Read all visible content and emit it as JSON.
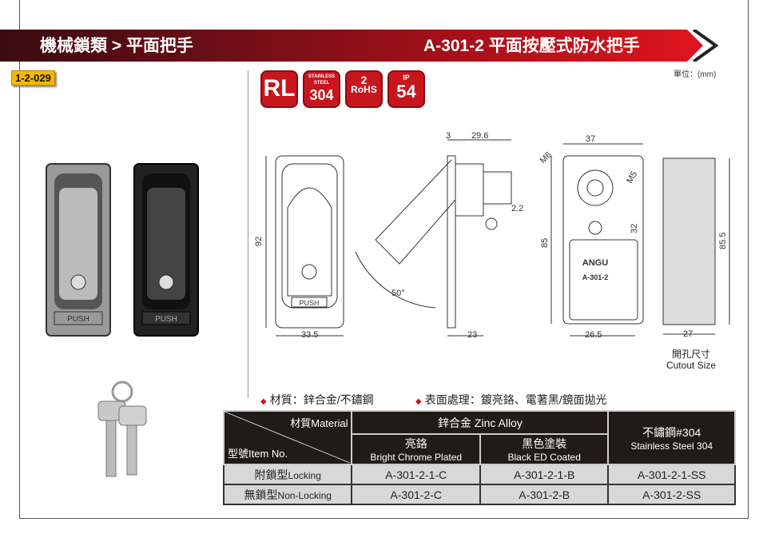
{
  "header": {
    "category": "機械鎖類 > 平面把手",
    "title": "A-301-2   平面按壓式防水把手",
    "code": "1-2-029",
    "unit": "單位：(mm)"
  },
  "certs": {
    "rl": "RL",
    "stainless_top": "STAINLESS STEEL",
    "stainless_num": "304",
    "rohs": "RoHS",
    "rohs_num": "2",
    "ip": "IP",
    "ip_num": "54"
  },
  "product": {
    "push_label": "PUSH",
    "brand": "ANGU",
    "model": "A-301-2"
  },
  "dimensions": {
    "d1": "92",
    "d2": "33.5",
    "d3": "3",
    "d4": "29.6",
    "d5": "2.2",
    "d6": "23",
    "d7": "50°",
    "d8": "37",
    "d9": "M6",
    "d10": "M5",
    "d11": "85",
    "d12": "32",
    "d13": "26.5",
    "d14": "85.5",
    "d15": "27"
  },
  "cutout": {
    "zh": "開孔尺寸",
    "en": "Cutout Size"
  },
  "specs": {
    "material": "材質：鋅合金/不鏽鋼",
    "finish": "表面處理：鍍亮鉻、電著黑/鏡面拋光"
  },
  "table": {
    "corner_material": "材質Material",
    "corner_item": "型號Item No.",
    "zinc": "鋅合金 Zinc Alloy",
    "stainless_zh": "不鏽鋼#304",
    "stainless_en": "Stainless Steel 304",
    "chrome_zh": "亮鉻",
    "chrome_en": "Bright Chrome Plated",
    "black_zh": "黑色塗裝",
    "black_en": "Black ED Coated",
    "rows": [
      {
        "label_zh": "附鎖型",
        "label_en": "Locking",
        "c": "A-301-2-1-C",
        "b": "A-301-2-1-B",
        "ss": "A-301-2-1-SS"
      },
      {
        "label_zh": "無鎖型",
        "label_en": "Non-Locking",
        "c": "A-301-2-C",
        "b": "A-301-2-B",
        "ss": "A-301-2-SS"
      }
    ]
  }
}
